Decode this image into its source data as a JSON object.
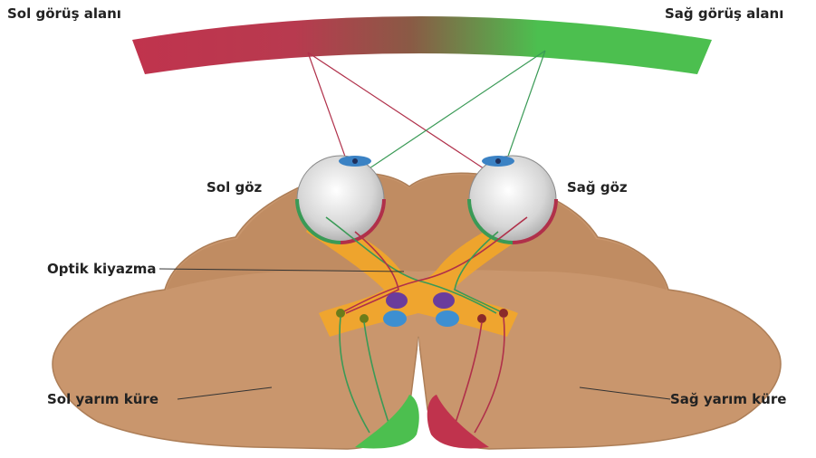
{
  "labels": {
    "left_visual_field": "Sol görüş alanı",
    "right_visual_field": "Sağ görüş alanı",
    "left_eye": "Sol göz",
    "right_eye": "Sağ göz",
    "optic_chiasm": "Optik kiyazma",
    "left_hemisphere": "Sol yarım küre",
    "right_hemisphere": "Sağ yarım küre"
  },
  "colors": {
    "left_field": "#c0334d",
    "right_field": "#4cbf4f",
    "brain": "#c9966d",
    "brain_dark": "#a97a55",
    "optic_tract": "#f6a824",
    "lgn_purple": "#6a3c9c",
    "lgn_blue": "#3d8fd1"
  }
}
